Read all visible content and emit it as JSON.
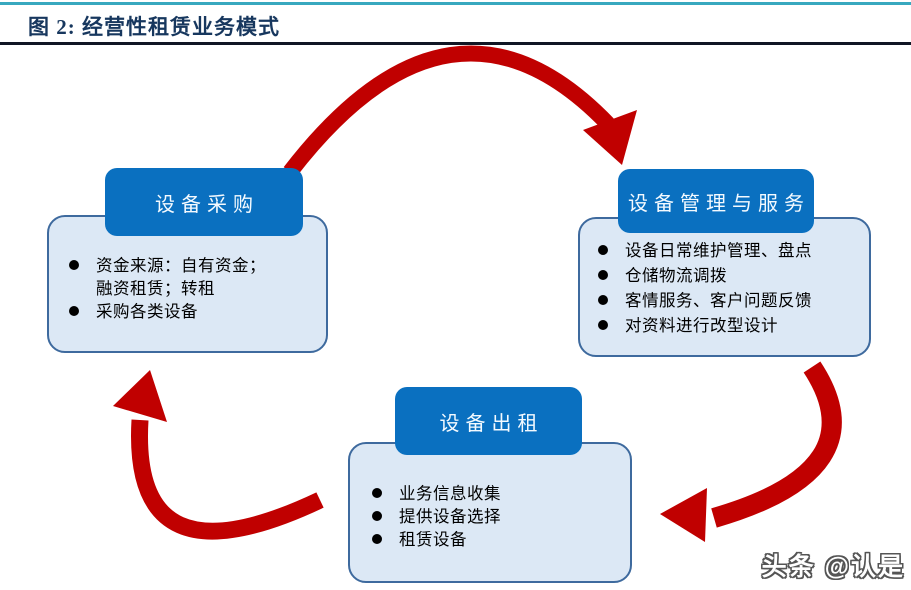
{
  "header": {
    "title": "图 2: 经营性租赁业务模式"
  },
  "colors": {
    "top_line_teal": "#38A8BF",
    "title_navy": "#17375E",
    "rule_dark": "#101624",
    "arrow_red": "#C00000",
    "node_header_blue": "#0A70C0",
    "node_body_fill": "#DCE8F5",
    "node_border": "#3E6A9E",
    "bullet_black": "#000000",
    "header_text": "#F4FAFF",
    "watermark_outline": "#555555"
  },
  "diagram": {
    "nodes": [
      {
        "id": "procurement",
        "title": "设备采购",
        "bullets": [
          "资金来源：自有资金；\n融资租赁；转租",
          "采购各类设备"
        ]
      },
      {
        "id": "management",
        "title": "设备管理与服务",
        "bullets": [
          "设备日常维护管理、盘点",
          "仓储物流调拨",
          "客情服务、客户问题反馈",
          "对资料进行改型设计"
        ]
      },
      {
        "id": "rental",
        "title": "设备出租",
        "bullets": [
          "业务信息收集",
          "提供设备选择",
          "租赁设备"
        ]
      }
    ],
    "flow": [
      {
        "from": "设备采购",
        "to": "设备管理与服务"
      },
      {
        "from": "设备管理与服务",
        "to": "设备出租"
      },
      {
        "from": "设备出租",
        "to": "设备采购"
      }
    ]
  },
  "watermark": {
    "text": "头条 @认是"
  }
}
